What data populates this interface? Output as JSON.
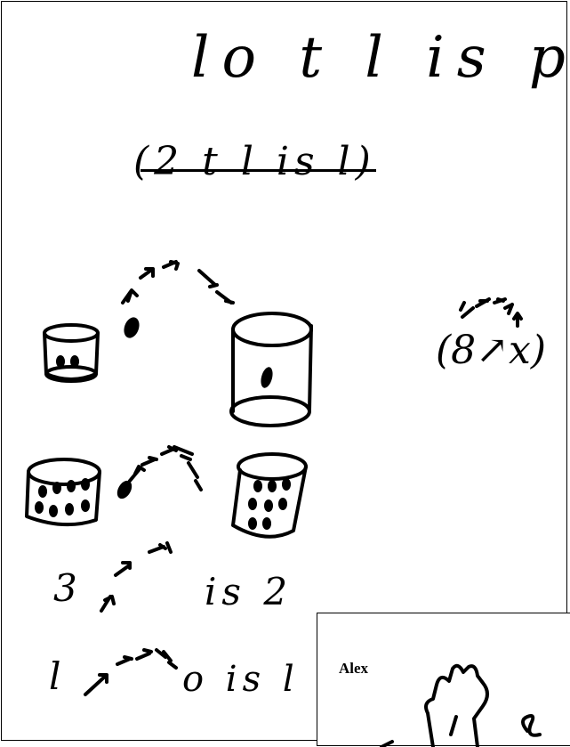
{
  "sheet": {
    "line1": "lo t l is p",
    "line2_crossed": "(2 t l is l)",
    "line3_left": "3",
    "line3_right": "is 2",
    "line4_left": "l",
    "line4_right": "o is l",
    "margin_note": "(8↗x)"
  },
  "inset": {
    "author_label": "Alex"
  },
  "colors": {
    "ink": "#000000",
    "paper": "#ffffff"
  }
}
